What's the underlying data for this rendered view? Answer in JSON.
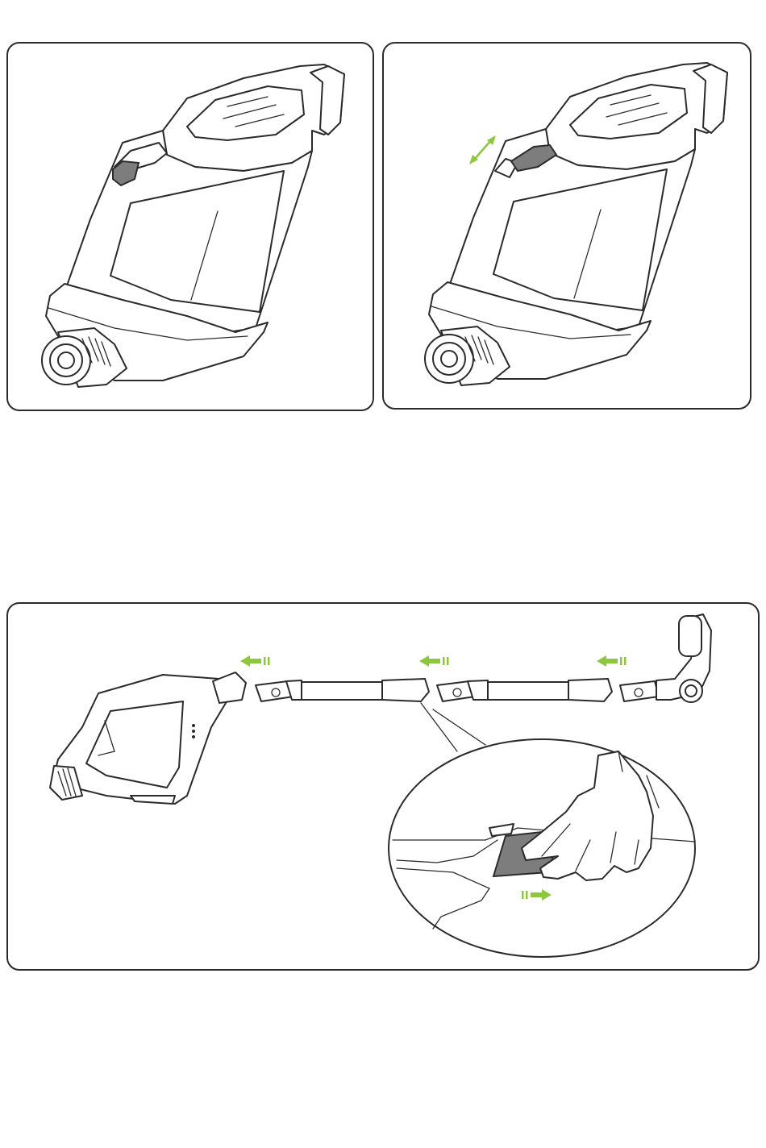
{
  "colors": {
    "outline": "#2b2b2b",
    "highlight_grey": "#7d7d7d",
    "arrow_green": "#8dc63f",
    "background": "#ffffff"
  },
  "icons": {
    "release_button_toggle": "double-arrow-icon",
    "detach_direction": "arrow-left-icon",
    "slide_direction": "arrow-right-icon"
  },
  "panels": [
    {
      "id": "top-left",
      "state": "release button at rest"
    },
    {
      "id": "top-right",
      "state": "release button slides"
    },
    {
      "id": "bottom",
      "state": "disassembly of tubes and floor head"
    }
  ]
}
